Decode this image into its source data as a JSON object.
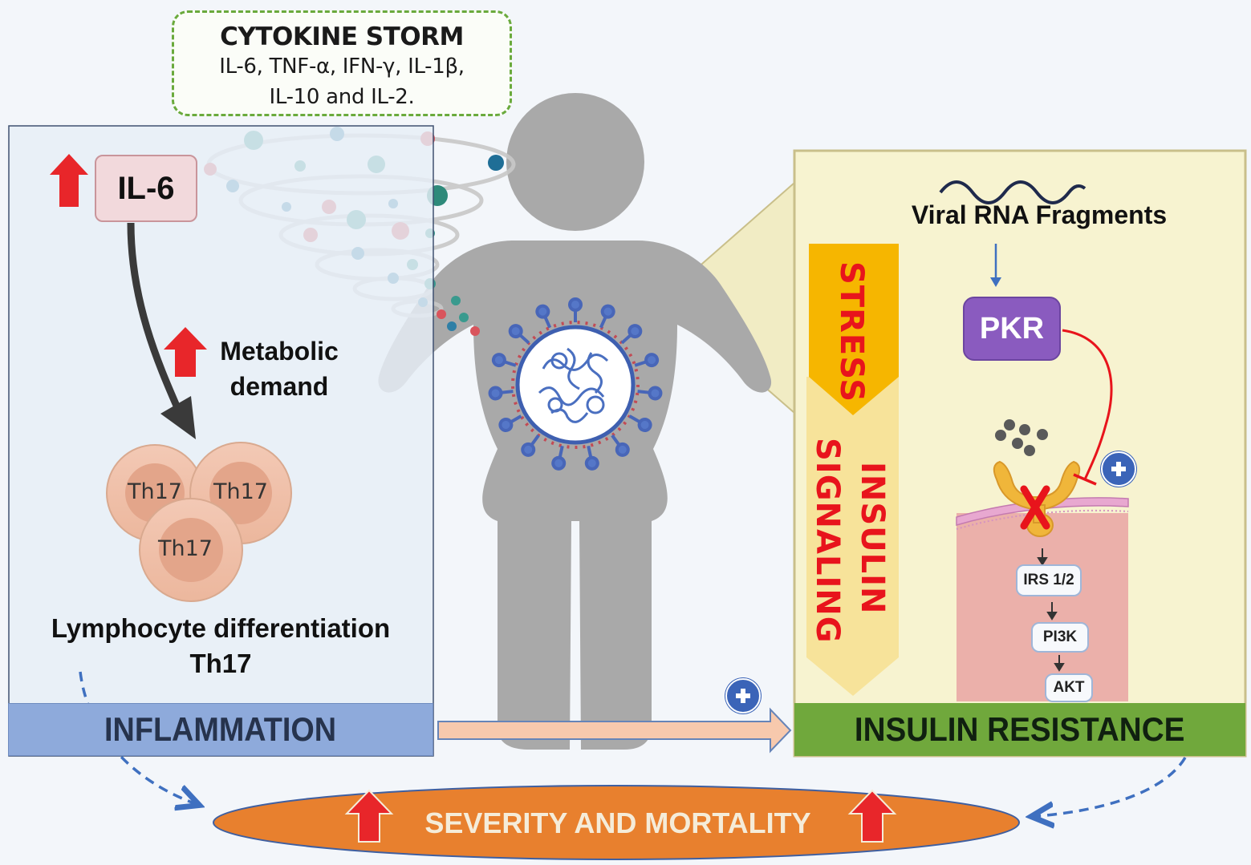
{
  "cytokine_storm": {
    "title": "CYTOKINE STORM",
    "line1": "IL-6, TNF-α, IFN-γ, IL-1β,",
    "line2": "IL-10 and IL-2."
  },
  "left_panel": {
    "il6_label": "IL-6",
    "metabolic_line1": "Metabolic",
    "metabolic_line2": "demand",
    "cells": [
      "Th17",
      "Th17",
      "Th17"
    ],
    "lymphocyte_line1": "Lymphocyte differentiation",
    "lymphocyte_line2": "Th17",
    "inflammation_label": "INFLAMMATION"
  },
  "right_panel": {
    "viral_rna_label": "Viral RNA Fragments",
    "pkr_label": "PKR",
    "stress_label": "STRESS",
    "insulin_label": "INSULIN",
    "signaling_label": "SIGNALING",
    "pathway": [
      "IRS 1/2",
      "PI3K",
      "AKT"
    ],
    "insulin_resistance_label": "INSULIN RESISTANCE"
  },
  "bottom": {
    "severity_label": "SEVERITY AND MORTALITY"
  },
  "icons": {
    "up_arrow": "up-arrow-icon",
    "plus": "plus-icon",
    "virus": "virus-icon",
    "inhibition_cross": "x-mark-icon"
  },
  "colors": {
    "up_arrow": "#e8262a",
    "inflammation_bar": "#8eaadb",
    "insulin_resistance_bar": "#70a83c",
    "severity_ellipse": "#e8802e",
    "pkr": "#8a5bbf",
    "stress_arrow": "#f6b600",
    "insulin_signaling_arrow": "#f7e39a",
    "inhibition": "#e8141c",
    "plus_badge": "#3b64b8"
  }
}
